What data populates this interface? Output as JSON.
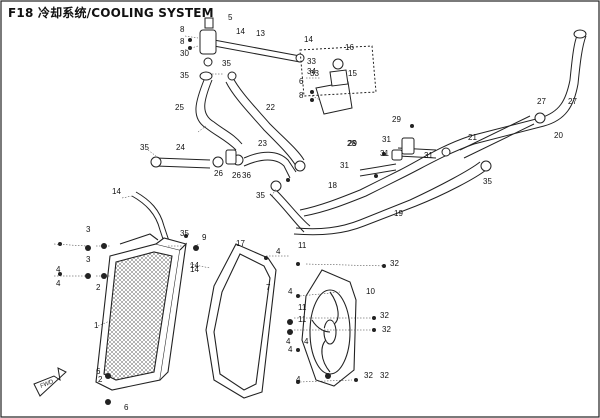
{
  "diagram": {
    "title": "F18  冷却系统/COOLING SYSTEM",
    "fwd_label": "FWD"
  },
  "callouts": [
    "5",
    "8",
    "8",
    "30",
    "35",
    "14",
    "13",
    "14",
    "16",
    "33",
    "34",
    "15",
    "6",
    "8",
    "35",
    "25",
    "22",
    "27",
    "29",
    "28",
    "31",
    "31",
    "31",
    "21",
    "27",
    "20",
    "35",
    "24",
    "23",
    "26",
    "35",
    "26",
    "36",
    "35",
    "18",
    "19",
    "14",
    "35",
    "17",
    "14",
    "7",
    "4",
    "9",
    "14",
    "4",
    "11",
    "4",
    "11",
    "32",
    "10",
    "11",
    "32",
    "32",
    "32",
    "4",
    "4",
    "32",
    "4",
    "3",
    "3",
    "2",
    "1",
    "4",
    "4",
    "6",
    "2",
    "6",
    "29",
    "31",
    "33"
  ]
}
